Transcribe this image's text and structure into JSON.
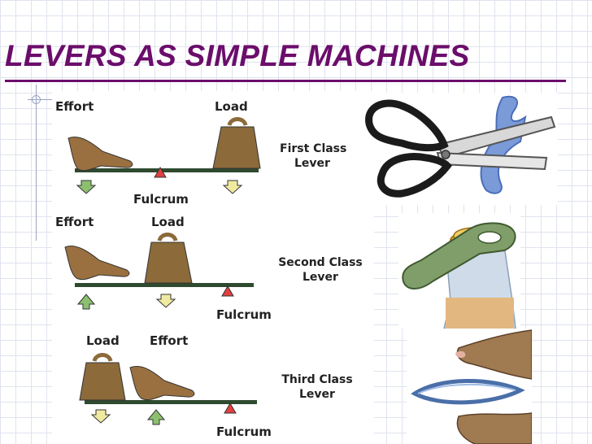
{
  "slide": {
    "title": "LEVERS AS SIMPLE MACHINES",
    "title_color": "#6b0d6b"
  },
  "levers": [
    {
      "class_line1": "First Class",
      "class_line2": "Lever",
      "label_a": "Effort",
      "label_b": "Load",
      "fulcrum": "Fulcrum",
      "illustration": "scissors"
    },
    {
      "class_line1": "Second Class",
      "class_line2": "Lever",
      "label_a": "Effort",
      "label_b": "Load",
      "fulcrum": "Fulcrum",
      "illustration": "bottle-opener"
    },
    {
      "class_line1": "Third Class",
      "class_line2": "Lever",
      "label_a": "Load",
      "label_b": "Effort",
      "fulcrum": "Fulcrum",
      "illustration": "tweezers"
    }
  ],
  "colors": {
    "bar": "#2f4a2f",
    "weight": "#8c6a3a",
    "fulcrum": "#e04040",
    "effort_arrow": "#8cc070",
    "load_arrow": "#f0eaa0",
    "hand": "#9a7040"
  }
}
